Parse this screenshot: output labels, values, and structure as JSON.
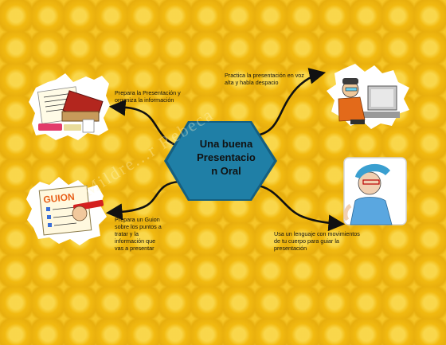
{
  "center": {
    "title": "Una buena\nPresentacio\nn Oral"
  },
  "branches": [
    {
      "id": "prepare",
      "text": "Prepara la Presentación y\norganiza la información",
      "icon": "books-notes-icon"
    },
    {
      "id": "practice",
      "text": "Practica la presentación en voz\nalta y habla despacio",
      "icon": "person-at-computer-icon"
    },
    {
      "id": "script",
      "text": "Prepara un Guion\nsobre los puntos a\ntratar y la\ninformación que\nvas a presentar",
      "icon": "guion-note-icon",
      "badge": "GUION"
    },
    {
      "id": "body",
      "text": "Usa un lenguaje con movimientos\nde tu cuerpo para guiar la\npresentación",
      "icon": "speaking-person-icon"
    }
  ],
  "watermark": "Mildre...r Rebeca",
  "colors": {
    "background": "#f2bd12",
    "hexagon": "#1f7fa6",
    "hexagon_edge": "#155f80",
    "arrows": "#111111"
  }
}
